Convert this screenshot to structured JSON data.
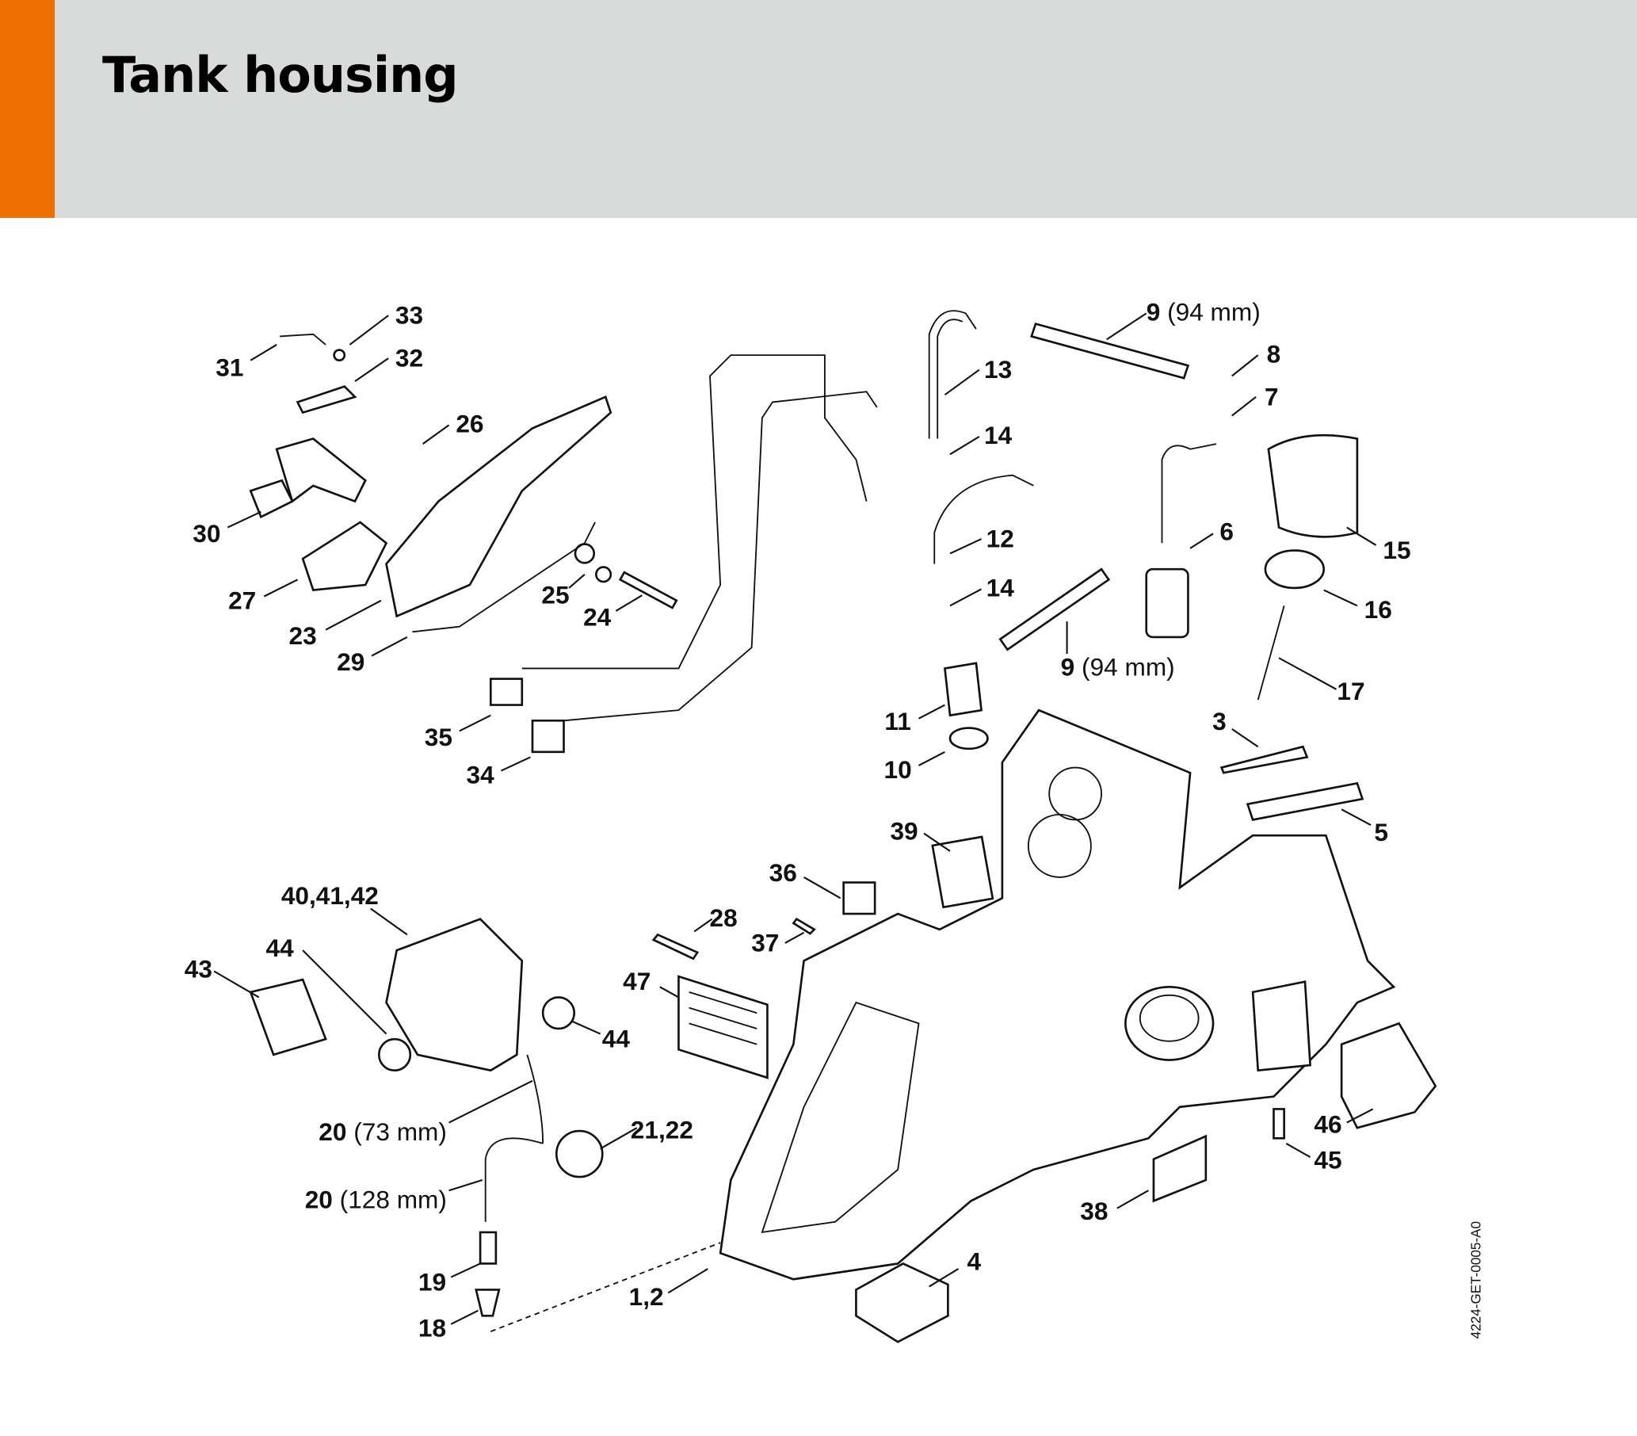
{
  "header": {
    "title": "Tank housing",
    "accent_color": "#ef7000",
    "background_color": "#d9dbda"
  },
  "drawing_code": "4224-GET-0005-A0",
  "callouts": [
    {
      "number": "33"
    },
    {
      "number": "31"
    },
    {
      "number": "32"
    },
    {
      "number": "26"
    },
    {
      "number": "30"
    },
    {
      "number": "27"
    },
    {
      "number": "23"
    },
    {
      "number": "29"
    },
    {
      "number": "25"
    },
    {
      "number": "24"
    },
    {
      "number": "13"
    },
    {
      "number": "14"
    },
    {
      "number": "12"
    },
    {
      "number": "14"
    },
    {
      "number": "9",
      "dimension": " (94 mm)"
    },
    {
      "number": "8"
    },
    {
      "number": "7"
    },
    {
      "number": "6"
    },
    {
      "number": "15"
    },
    {
      "number": "16"
    },
    {
      "number": "17"
    },
    {
      "number": "9",
      "dimension": " (94 mm)"
    },
    {
      "number": "11"
    },
    {
      "number": "10"
    },
    {
      "number": "3"
    },
    {
      "number": "5"
    },
    {
      "number": "35"
    },
    {
      "number": "34"
    },
    {
      "number": "39"
    },
    {
      "number": "36"
    },
    {
      "number": "28"
    },
    {
      "number": "37"
    },
    {
      "number": "40,41,42"
    },
    {
      "number": "44"
    },
    {
      "number": "43"
    },
    {
      "number": "44"
    },
    {
      "number": "47"
    },
    {
      "number": "20",
      "dimension": " (73 mm)"
    },
    {
      "number": "21,22"
    },
    {
      "number": "20",
      "dimension": " (128 mm)"
    },
    {
      "number": "19"
    },
    {
      "number": "18"
    },
    {
      "number": "1,2"
    },
    {
      "number": "4"
    },
    {
      "number": "38"
    },
    {
      "number": "46"
    },
    {
      "number": "45"
    }
  ]
}
